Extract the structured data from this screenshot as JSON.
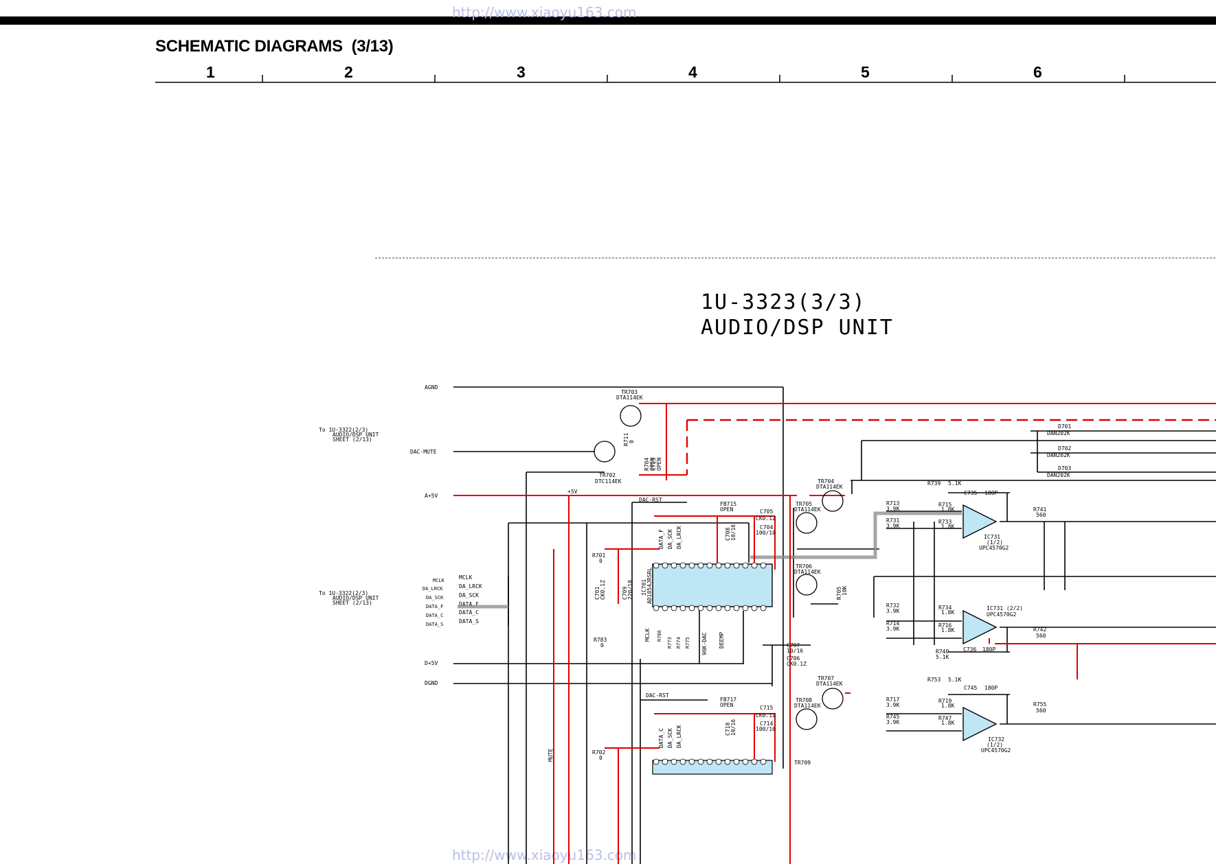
{
  "watermark_url": "http://www.xiaoyu163.com",
  "title": "SCHEMATIC DIAGRAMS",
  "sheet": "(3/13)",
  "columns": [
    "1",
    "2",
    "3",
    "4",
    "5",
    "6"
  ],
  "board": {
    "name": "1U-3323(3/3)",
    "unit": "AUDIO/DSP UNIT"
  },
  "refs": [
    {
      "text": "To 1U-3322(2/3)",
      "line2": "AUDIO/DSP UNIT",
      "line3": "SHEET (2/13)"
    },
    {
      "text": "To 1U-3322(2/3)",
      "line2": "AUDIO/DSP UNIT",
      "line3": "SHEET (2/13)"
    }
  ],
  "nets": {
    "agnd": "AGND",
    "dac_mute": "DAC-MUTE",
    "a5v": "A+5V",
    "d5v": "D+5V",
    "dgnd": "DGND",
    "mclk": "MCLK",
    "da_lrck": "DA_LRCK",
    "da_sck": "DA_SCK",
    "data_f": "DATA_F",
    "data_c": "DATA_C",
    "data_s": "DATA_S",
    "dac_rst": "DAC-RST",
    "p5v": "+5V",
    "mute": "MUTE"
  },
  "parts": {
    "tr703": "TR703",
    "tr703_t": "DTA114EK",
    "tr702": "TR702",
    "tr702_t": "DTC114EK",
    "tr704": "TR704",
    "tr704_t": "DTA114EK",
    "tr705": "TR705",
    "tr705_t": "DTA114EK",
    "tr706": "TR706",
    "tr706_t": "DTA114EK",
    "tr707": "TR707",
    "tr707_t": "DTA114EK",
    "tr708": "TR708",
    "tr708_t": "DTA114EK",
    "tr709": "TR709",
    "ic701": "IC701",
    "ic701_t": "AD1854JRSRL",
    "ic731a": "IC731",
    "ic731a_s": "(1/2)",
    "ic731a_t": "UPC4570G2",
    "ic731b": "IC731 (2/2)",
    "ic731b_t": "UPC4570G2",
    "ic732": "IC732",
    "ic732_s": "(1/2)",
    "ic732_t": "UPC4570G2",
    "fb715": "FB715",
    "fb715_v": "OPEN",
    "fb717": "FB717",
    "fb717_v": "OPEN",
    "c705": "C705",
    "c705_v": "CK0.1Z",
    "c704": "C704",
    "c704_v": "100/10",
    "c715": "C715",
    "c715_v": "CK0.1Z",
    "c714": "C714",
    "c714_v": "100/10",
    "c707": "C707",
    "c707_v": "10/16",
    "c706": "C706",
    "c706_v": "CK0.1Z",
    "c701": "C701",
    "c701_v": "CK0.1Z",
    "c709": "C709",
    "c709_v": "220/10",
    "c708": "C708",
    "c708_v": "10/16",
    "c718": "C718",
    "c718_v": "10/16",
    "r711": "R711",
    "r711_v": "0",
    "r704": "R704",
    "r704_v": "OPEN",
    "c725": "C725",
    "c725_v": "OPEN",
    "r701": "R701",
    "r701_v": "0",
    "r702": "R702",
    "r702_v": "0",
    "r783": "R783",
    "r783_v": "0",
    "r705": "R705",
    "r705_v": "10K",
    "r739": "R739",
    "r739_v": "5.1K",
    "c735": "C735",
    "c735_v": "180P",
    "r713": "R713",
    "r713_v": "3.9K",
    "r731": "R731",
    "r731_v": "3.9K",
    "r715": "R715",
    "r715_v": "1.8K",
    "r733": "R733",
    "r733_v": "1.8K",
    "r741": "R741",
    "r741_v": "560",
    "r732": "R732",
    "r732_v": "3.9K",
    "r714": "R714",
    "r714_v": "3.9K",
    "r734": "R734",
    "r734_v": "1.8K",
    "r716": "R716",
    "r716_v": "1.8K",
    "r740": "R740",
    "r740_v": "5.1K",
    "c736": "C736",
    "c736_v": "180P",
    "r742": "R742",
    "r742_v": "560",
    "r753": "R753",
    "r753_v": "5.1K",
    "c745": "C745",
    "c745_v": "180P",
    "r717": "R717",
    "r717_v": "3.9K",
    "r745": "R745",
    "r745_v": "3.9K",
    "r719": "R719",
    "r719_v": "1.8K",
    "r747": "R747",
    "r747_v": "1.8K",
    "r755": "R755",
    "r755_v": "560",
    "d701": "D701",
    "d701_t": "DAN202K",
    "d702": "D702",
    "d702_t": "DAN202K",
    "d703": "D703",
    "d703_t": "DAN202K"
  },
  "ic701_pins_top": [
    "DATA_F",
    "DA_SCK",
    "DA_LRCK"
  ],
  "ic701_pins_bottom": [
    "MCLK",
    "R786",
    "R773",
    "R774",
    "R775",
    "96K-DAC",
    "DEEMP"
  ]
}
